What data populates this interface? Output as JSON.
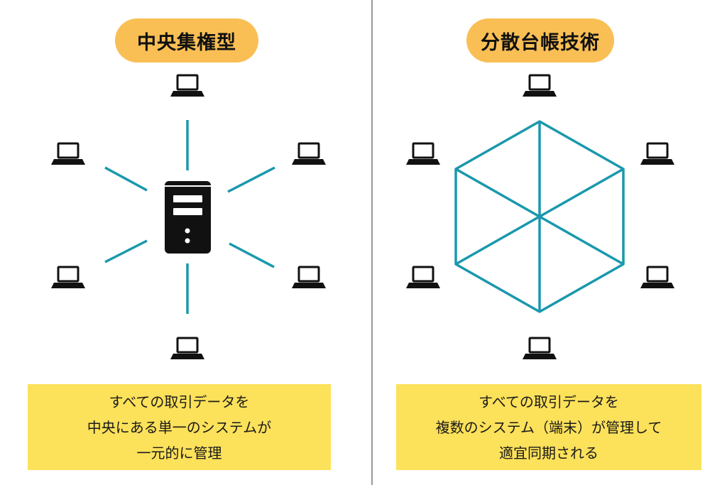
{
  "left_panel": {
    "title": "中央集権型",
    "caption_lines": [
      "すべての取引データを",
      "中央にある単一のシステムが",
      "一元的に管理"
    ]
  },
  "right_panel": {
    "title": "分散台帳技術",
    "caption_lines": [
      "すべての取引データを",
      "複数のシステム（端末）が管理して",
      "適宜同期される"
    ]
  },
  "colors": {
    "pill": "#f9bf55",
    "caption_bg": "#fce15a",
    "line": "#1a98ad",
    "icon": "#111111",
    "divider": "#999999"
  },
  "icons": {
    "node": "laptop-icon",
    "hub": "server-icon"
  }
}
